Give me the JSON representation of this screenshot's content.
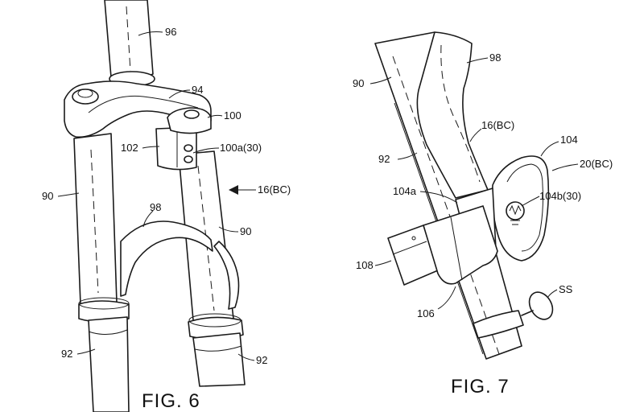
{
  "fig6": {
    "caption": "FIG. 6",
    "labels": {
      "steerer": "96",
      "crown": "94",
      "connector": "100",
      "bracket": "102",
      "interface": "100a(30)",
      "assembly": "16(BC)",
      "arch": "98",
      "stanchion_left": "90",
      "stanchion_right": "90",
      "lower_left": "92",
      "lower_right": "92"
    }
  },
  "fig7": {
    "caption": "FIG. 7",
    "labels": {
      "arch": "98",
      "stanchion": "90",
      "assembly": "16(BC)",
      "lamp_body": "104",
      "component": "20(BC)",
      "lower": "92",
      "mount": "104a",
      "interface": "104b(30)",
      "battery": "108",
      "clamp": "106",
      "sensor": "SS"
    }
  }
}
